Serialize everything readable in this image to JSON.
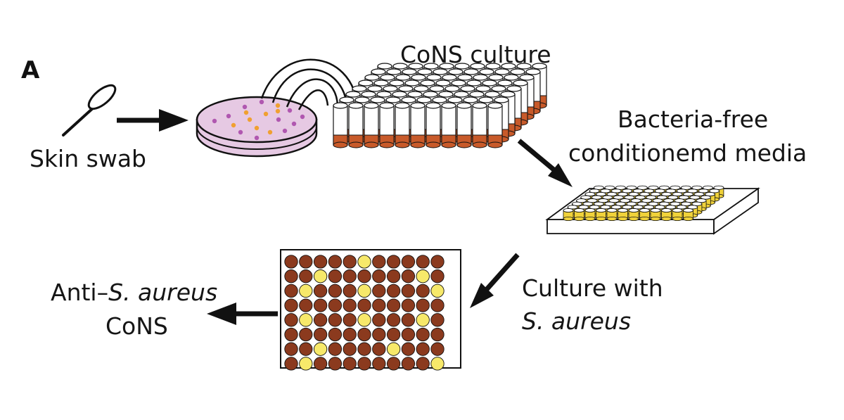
{
  "figure": {
    "panel_letter": "A",
    "labels": {
      "skin_swab": "Skin swab",
      "cons_culture": "CoNS culture",
      "conditioned_media_line1": "Bacteria-free",
      "conditioned_media_line2": "conditionemd media",
      "culture_with_prefix": "Culture with",
      "culture_with_organism": "S. aureus",
      "result_prefix": "Anti–",
      "result_organism": "S. aureus",
      "result_line2": "CoNS"
    }
  },
  "colors": {
    "outline": "#111111",
    "petri_fill": "#e6c9e3",
    "colony_purple": "#b057b0",
    "colony_orange": "#f0a030",
    "tube_medium": "#c85a2a",
    "well_yellow": "#f0d23a",
    "well_brown": "#8b3a1e",
    "result_yellow": "#f7e96a"
  },
  "result_plate": {
    "grid": [
      "BBBBBYBBBBB",
      "BBYBBBBBBYB",
      "BYBBBYBBBBY",
      "BBBBBBBBBBB",
      "BYBBBYBBBYB",
      "BBBBBBBBBBB",
      "BBYBBBBYBBB",
      "BYBBBBBBBBY"
    ]
  }
}
